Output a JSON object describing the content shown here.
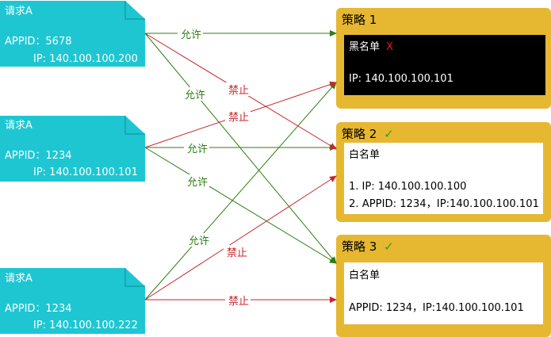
{
  "requests": [
    {
      "title": "请求A",
      "appid": "APPID：5678",
      "ip": "IP: 140.100.100.200"
    },
    {
      "title": "请求A",
      "appid": "APPID：1234",
      "ip": "IP: 140.100.100.101"
    },
    {
      "title": "请求A",
      "appid": "APPID：1234",
      "ip": "IP: 140.100.100.222"
    }
  ],
  "policies": [
    {
      "title": "策略 1",
      "status_mark": "X",
      "list_name": "黑名单",
      "lines": [
        "IP: 140.100.100.101"
      ]
    },
    {
      "title": "策略 2",
      "status_mark": "✓",
      "list_name": "白名单",
      "lines": [
        "1. IP: 140.100.100.100",
        "2. APPID: 1234，IP:140.100.100.101"
      ]
    },
    {
      "title": "策略 3",
      "status_mark": "✓",
      "list_name": "白名单",
      "lines": [
        "APPID: 1234，IP:140.100.100.101"
      ]
    }
  ],
  "edge_labels": {
    "allow": "允许",
    "deny": "禁止"
  },
  "colors": {
    "request_fill": "#1ec6d2",
    "policy_fill": "#e6b731",
    "allow": "#2e7d12",
    "deny": "#c8262c",
    "check": "#3a9a1a",
    "cross": "#e0201e"
  }
}
